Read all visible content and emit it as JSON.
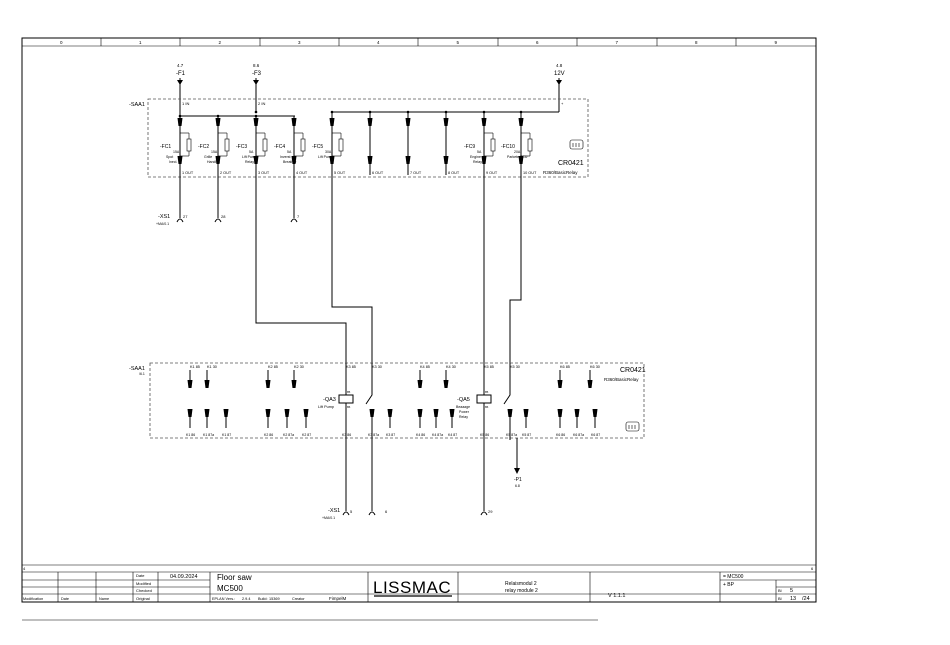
{
  "border": {
    "columns": [
      "0",
      "1",
      "2",
      "3",
      "4",
      "5",
      "6",
      "7",
      "8",
      "9"
    ],
    "row_top": "a",
    "row_bottom": "b"
  },
  "supply": [
    {
      "ref": "4.7",
      "name": "-F1"
    },
    {
      "ref": "8.6",
      "name": "-F3"
    },
    {
      "ref": "4.8",
      "name": "12V"
    }
  ],
  "module1": {
    "tag": "-SAA1",
    "model": "CR0421",
    "variant": "R360/BasicRelay",
    "in1": "1 IN",
    "in2": "2 IN",
    "plus": "+",
    "fuses": [
      {
        "tag": "-FC1",
        "rating": "15A",
        "desc1": "Spot",
        "desc2": "Inecl."
      },
      {
        "tag": "-FC2",
        "rating": "15A",
        "desc1": "Grille",
        "desc2": "Handles"
      },
      {
        "tag": "-FC3",
        "rating": "5A",
        "desc1": "Lift Pump",
        "desc2": "Relay"
      },
      {
        "tag": "-FC4",
        "rating": "5A",
        "desc1": "Inverst",
        "desc2": "Breather"
      },
      {
        "tag": "-FC5",
        "rating": "30A",
        "desc1": "Lift Pump",
        "desc2": ""
      },
      {
        "tag": "-FC9",
        "rating": "5A",
        "desc1": "Engine",
        "desc2": "Relay"
      },
      {
        "tag": "-FC10",
        "rating": "20A",
        "desc1": "Parkete ECU",
        "desc2": ""
      }
    ],
    "outputs": [
      "1 OUT",
      "2 OUT",
      "3 OUT",
      "4 OUT",
      "5 OUT",
      "6 OUT",
      "7 OUT",
      "8 OUT",
      "9 OUT",
      "10 OUT"
    ]
  },
  "xs_top": {
    "tag": "-XS1",
    "sub": "+MA/0.1",
    "pins": [
      "27",
      "28",
      "7"
    ]
  },
  "module2": {
    "tag": "-SAA1",
    "sub": "/6.1",
    "model": "CR0421",
    "variant": "R360/BasicRelay",
    "top_labels": [
      "K1 85",
      "K1 30",
      "K2 85",
      "K2 30",
      "K3 85",
      "K3 30",
      "K4 85",
      "K4 30",
      "K5 85",
      "K5 30",
      "K6 85",
      "K6 30"
    ],
    "bottom_labels": [
      "K1 86",
      "K1 87a",
      "K1 87",
      "K2 86",
      "K2 87a",
      "K2 87",
      "K3 86",
      "K3 87a",
      "K3 87",
      "K4 86",
      "K4 87a",
      "K4 87",
      "K5 86",
      "K5 87a",
      "K5 87",
      "K6 86",
      "K6 87a",
      "K6 87"
    ],
    "relays": [
      {
        "tag": "-QA3",
        "desc1": "Lift Pump",
        "desc2": "",
        "pin_top": "85",
        "pin_bot": "86"
      },
      {
        "tag": "-QA5",
        "desc1": "Beaaage",
        "desc2": "Power",
        "desc3": "Relay",
        "pin_top": "85",
        "pin_bot": "86"
      }
    ]
  },
  "xs_bottom": {
    "tag": "-XS1",
    "sub": "+MA/0.1",
    "pins": [
      "5",
      "6",
      "29"
    ]
  },
  "p1": {
    "tag": "-P1",
    "sub": "6.8"
  },
  "corner_marks": {
    "left": "4",
    "right": "6"
  },
  "title_block": {
    "date_label": "Date",
    "date": "04.09.2024",
    "modified_label": "Modified",
    "checked_label": "Checked",
    "original_label": "Original",
    "title1": "Floor saw",
    "title2": "MC500",
    "eplan_label": "EPLAN Vers.:",
    "eplan_ver": "2.9.4",
    "build_label": "Build:",
    "build": "15369",
    "creator_label": "Creator",
    "creator": "FimpelM",
    "logo": "LISSMAC",
    "desc1": "Relaismodul 2",
    "desc2": "relay module 2",
    "version": "V 1.1.1",
    "loc1": "= MC500",
    "loc2": "+ BP",
    "sheet_label": "Bl",
    "sheet": "5",
    "pages_label": "Bl",
    "page": "13",
    "total": "/24",
    "footer": [
      "Modification",
      "Date",
      "Name"
    ]
  }
}
